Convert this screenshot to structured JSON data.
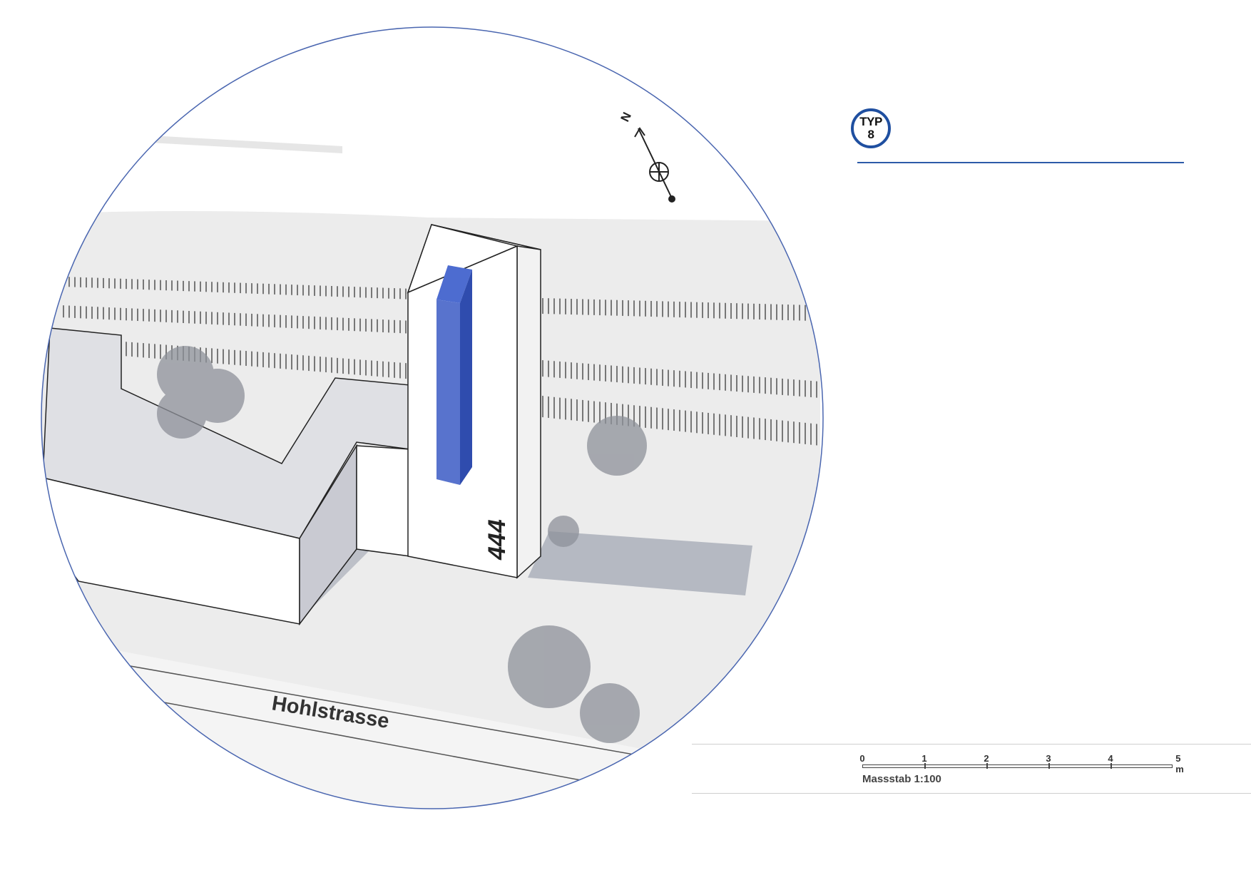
{
  "illustration": {
    "street_label": "Hohlstrasse",
    "building_number": "444",
    "north_label": "N",
    "accent_color": "#3b5bc4",
    "circle_color": "#4a66b0"
  },
  "badge": {
    "line1": "TYP",
    "line2": "8",
    "color": "#1f4fa0"
  },
  "scale_bar": {
    "ticks": [
      "0",
      "1",
      "2",
      "3",
      "4",
      "5 m"
    ],
    "caption": "Massstab 1:100"
  }
}
